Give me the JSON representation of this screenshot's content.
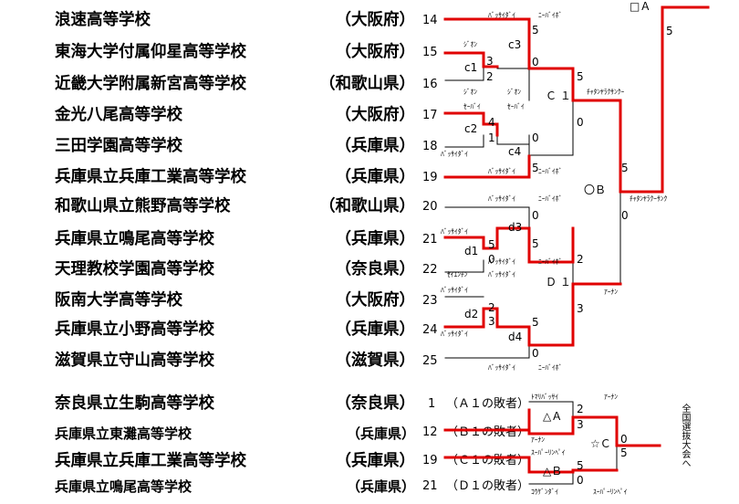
{
  "schools": [
    {
      "name": "浪速高等学校",
      "pref": "（大阪府）",
      "num": "14"
    },
    {
      "name": "東海大学付属仰星高等学校",
      "pref": "（大阪府）",
      "num": "15"
    },
    {
      "name": "近畿大学附属新宮高等学校",
      "pref": "（和歌山県）",
      "num": "16"
    },
    {
      "name": "金光八尾高等学校",
      "pref": "（大阪府）",
      "num": "17"
    },
    {
      "name": "三田学園高等学校",
      "pref": "（兵庫県）",
      "num": "18"
    },
    {
      "name": "兵庫県立兵庫工業高等学校",
      "pref": "（兵庫県）",
      "num": "19"
    },
    {
      "name": "和歌山県立熊野高等学校",
      "pref": "（和歌山県）",
      "num": "20"
    },
    {
      "name": "兵庫県立鳴尾高等学校",
      "pref": "（兵庫県）",
      "num": "21"
    },
    {
      "name": "天理教校学園高等学校",
      "pref": "（奈良県）",
      "num": "22"
    },
    {
      "name": "阪南大学高等学校",
      "pref": "（大阪府）",
      "num": "23"
    },
    {
      "name": "兵庫県立小野高等学校",
      "pref": "（兵庫県）",
      "num": "24"
    },
    {
      "name": "滋賀県立守山高等学校",
      "pref": "（滋賀県）",
      "num": "25"
    }
  ],
  "consolation": [
    {
      "name": "奈良県立生駒高等学校",
      "pref": "（奈良県）",
      "num": "1",
      "note": "（Ａ１の敗者）"
    },
    {
      "name": "兵庫県立東灘高等学校",
      "pref": "（兵庫県）",
      "num": "12",
      "note": "（Ｂ１の敗者）"
    },
    {
      "name": "兵庫県立兵庫工業高等学校",
      "pref": "（兵庫県）",
      "num": "19",
      "note": "（Ｃ１の敗者）"
    },
    {
      "name": "兵庫県立鳴尾高等学校",
      "pref": "（兵庫県）",
      "num": "21",
      "note": "（Ｄ１の敗者）"
    }
  ],
  "match_labels": {
    "c1": "c1",
    "c2": "c2",
    "c3": "c3",
    "c4": "c4",
    "C1": "Ｃ １",
    "d1": "d1",
    "d2": "d2",
    "d3": "d3",
    "d4": "d4",
    "D1": "Ｄ １",
    "OB": "〇Ｂ",
    "sqA": "□Ａ",
    "triA": "△Ａ",
    "triB": "△Ｂ",
    "starC": "☆Ｃ"
  },
  "decisions": {
    "t1": "ﾊﾞｯｻｲﾀﾞｲ",
    "t2": "ﾆｰﾊﾞｲﾎﾞ",
    "t3": "ｼﾞｵﾝ",
    "t4": "ｼﾞｵﾝ",
    "t5": "ｼﾞｵﾝ",
    "t6": "ｾｰﾊﾞｲ",
    "t7": "ｾｰﾊﾞｲ",
    "t8": "ﾊﾞｯｻｲﾀﾞｲ",
    "t9": "ﾊﾞｯｻｲﾀﾞｲ",
    "t10": "ﾆｰﾊﾞｲﾎﾞ",
    "t11": "ﾁｬﾀﾝﾔﾗｸｻﾝｸｰ",
    "t12": "ﾊﾞｯｻｲﾀﾞｲ",
    "t13": "ﾆｰﾊﾞｲﾎﾞ",
    "t14": "ﾁｬﾀﾝﾔﾗｸｰｻﾝｸ",
    "t15": "ﾊﾞｯｻｲﾀﾞｲ",
    "t16": "ｾｲｴﾝﾁﾝ",
    "t17": "ﾊﾞｯｻｲﾀﾞｲ",
    "t18": "ﾊﾞｯｻｲﾀﾞｲ",
    "t19": "ﾆｰﾊﾞｲﾎﾞ",
    "t20": "ｱｰﾅﾝ",
    "t21": "ﾊﾞｯｻｲﾀﾞｲ",
    "t22": "ﾊﾞｯｻｲﾀﾞｲ",
    "t23": "ﾊﾞｯｻｲﾀﾞｲ",
    "t24": "ﾆｰﾊﾞｲﾎﾞ",
    "t25": "ﾄﾏﾘﾊﾞｯｻｲ",
    "t26": "ｱｰﾅﾝ",
    "t27": "ｱｰﾅﾝ",
    "t28": "ｽｰﾊﾟｰﾘﾝﾍﾟｲ",
    "t29": "ｺｳｹﾞﾝﾀﾞｲ",
    "t30": "ｽｰﾊﾟｰﾘﾝﾍﾟｲ"
  },
  "scores": {
    "s1": "5",
    "s2": "0",
    "s3": "3",
    "s4": "2",
    "s5": "5",
    "s6": "0",
    "s7": "4",
    "s8": "1",
    "s9": "0",
    "s10": "5",
    "s11": "5",
    "s12": "0",
    "s13": "5",
    "s14": "0",
    "s15": "5",
    "s16": "0",
    "s17": "2",
    "s18": "3",
    "s19": "2",
    "s20": "3",
    "s21": "5",
    "s22": "0",
    "s23": "5",
    "s24": "2",
    "s25": "3",
    "s26": "0",
    "s27": "5",
    "s28": "5",
    "s29": "0",
    "s30": "5"
  },
  "final_text": "全国選抜大会へ",
  "colors": {
    "winner_line": "#e00000",
    "line": "#000000"
  }
}
